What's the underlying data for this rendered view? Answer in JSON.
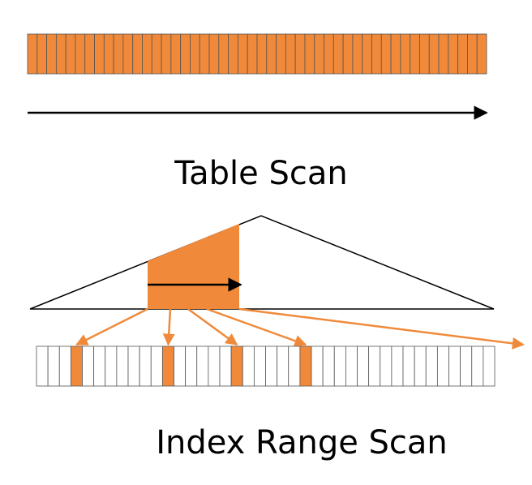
{
  "labels": {
    "table_scan": "Table Scan",
    "index_range_scan": "Index Range Scan"
  },
  "table_scan": {
    "cell_count": 48
  },
  "index_scan": {
    "cell_count": 40,
    "highlighted_cells": [
      3,
      11,
      17,
      23,
      42
    ]
  },
  "colors": {
    "highlight": "#f08a3a",
    "cell_border": "#555555",
    "arrow": "#000000",
    "pointer": "#f08a3a"
  }
}
